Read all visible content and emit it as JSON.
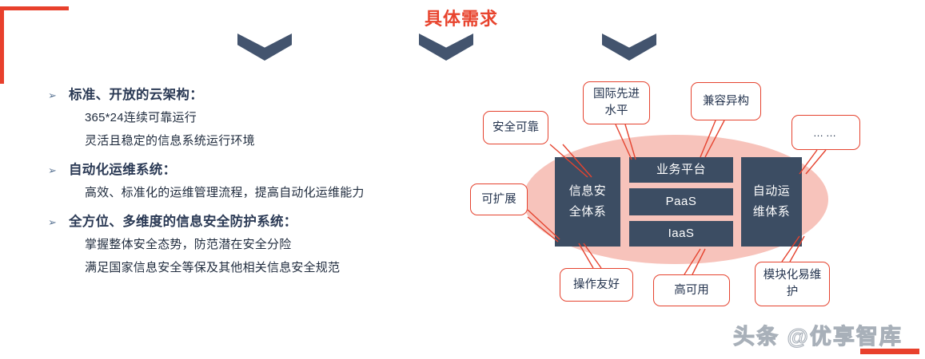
{
  "slide": {
    "title": "具体需求"
  },
  "decorations": {
    "corner_bracket": "corner-bracket",
    "chevron_1": "chevron-down-icon",
    "chevron_2": "chevron-down-icon",
    "chevron_3": "chevron-down-icon"
  },
  "colors": {
    "title_red": "#e8442e",
    "chevron_navy": "#43546e",
    "box_navy": "#3c4d63",
    "ellipse_pink": "#f7c3bb",
    "callout_border_red": "#e5432f",
    "bullet_heading_navy": "#2b3a55"
  },
  "requirements": {
    "bullet_marker": "➢",
    "items": [
      {
        "heading": "标准、开放的云架构：",
        "lines": [
          "365*24连续可靠运行",
          "灵活且稳定的信息系统运行环境"
        ]
      },
      {
        "heading": "自动化运维系统：",
        "lines": [
          "高效、标准化的运维管理流程，提高自动化运维能力"
        ]
      },
      {
        "heading": "全方位、多维度的信息安全防护系统：",
        "lines": [
          "掌握整体安全态势，防范潜在安全分险",
          "满足国家信息安全等保及其他相关信息安全规范"
        ]
      }
    ]
  },
  "architecture": {
    "left_pillar": "信息安全体系",
    "right_pillar": "自动运维体系",
    "stack": [
      "业务平台",
      "PaaS",
      "IaaS"
    ]
  },
  "callouts": [
    {
      "id": "co-secure",
      "label": "安全可靠"
    },
    {
      "id": "co-intl",
      "label": "国际先进水平"
    },
    {
      "id": "co-hetero",
      "label": "兼容异构"
    },
    {
      "id": "co-more",
      "label": "……"
    },
    {
      "id": "co-scale",
      "label": "可扩展"
    },
    {
      "id": "co-friendly",
      "label": "操作友好"
    },
    {
      "id": "co-ha",
      "label": "高可用"
    },
    {
      "id": "co-modular",
      "label": "模块化易维护"
    }
  ],
  "watermark": {
    "text": "头条 @优享智库"
  }
}
